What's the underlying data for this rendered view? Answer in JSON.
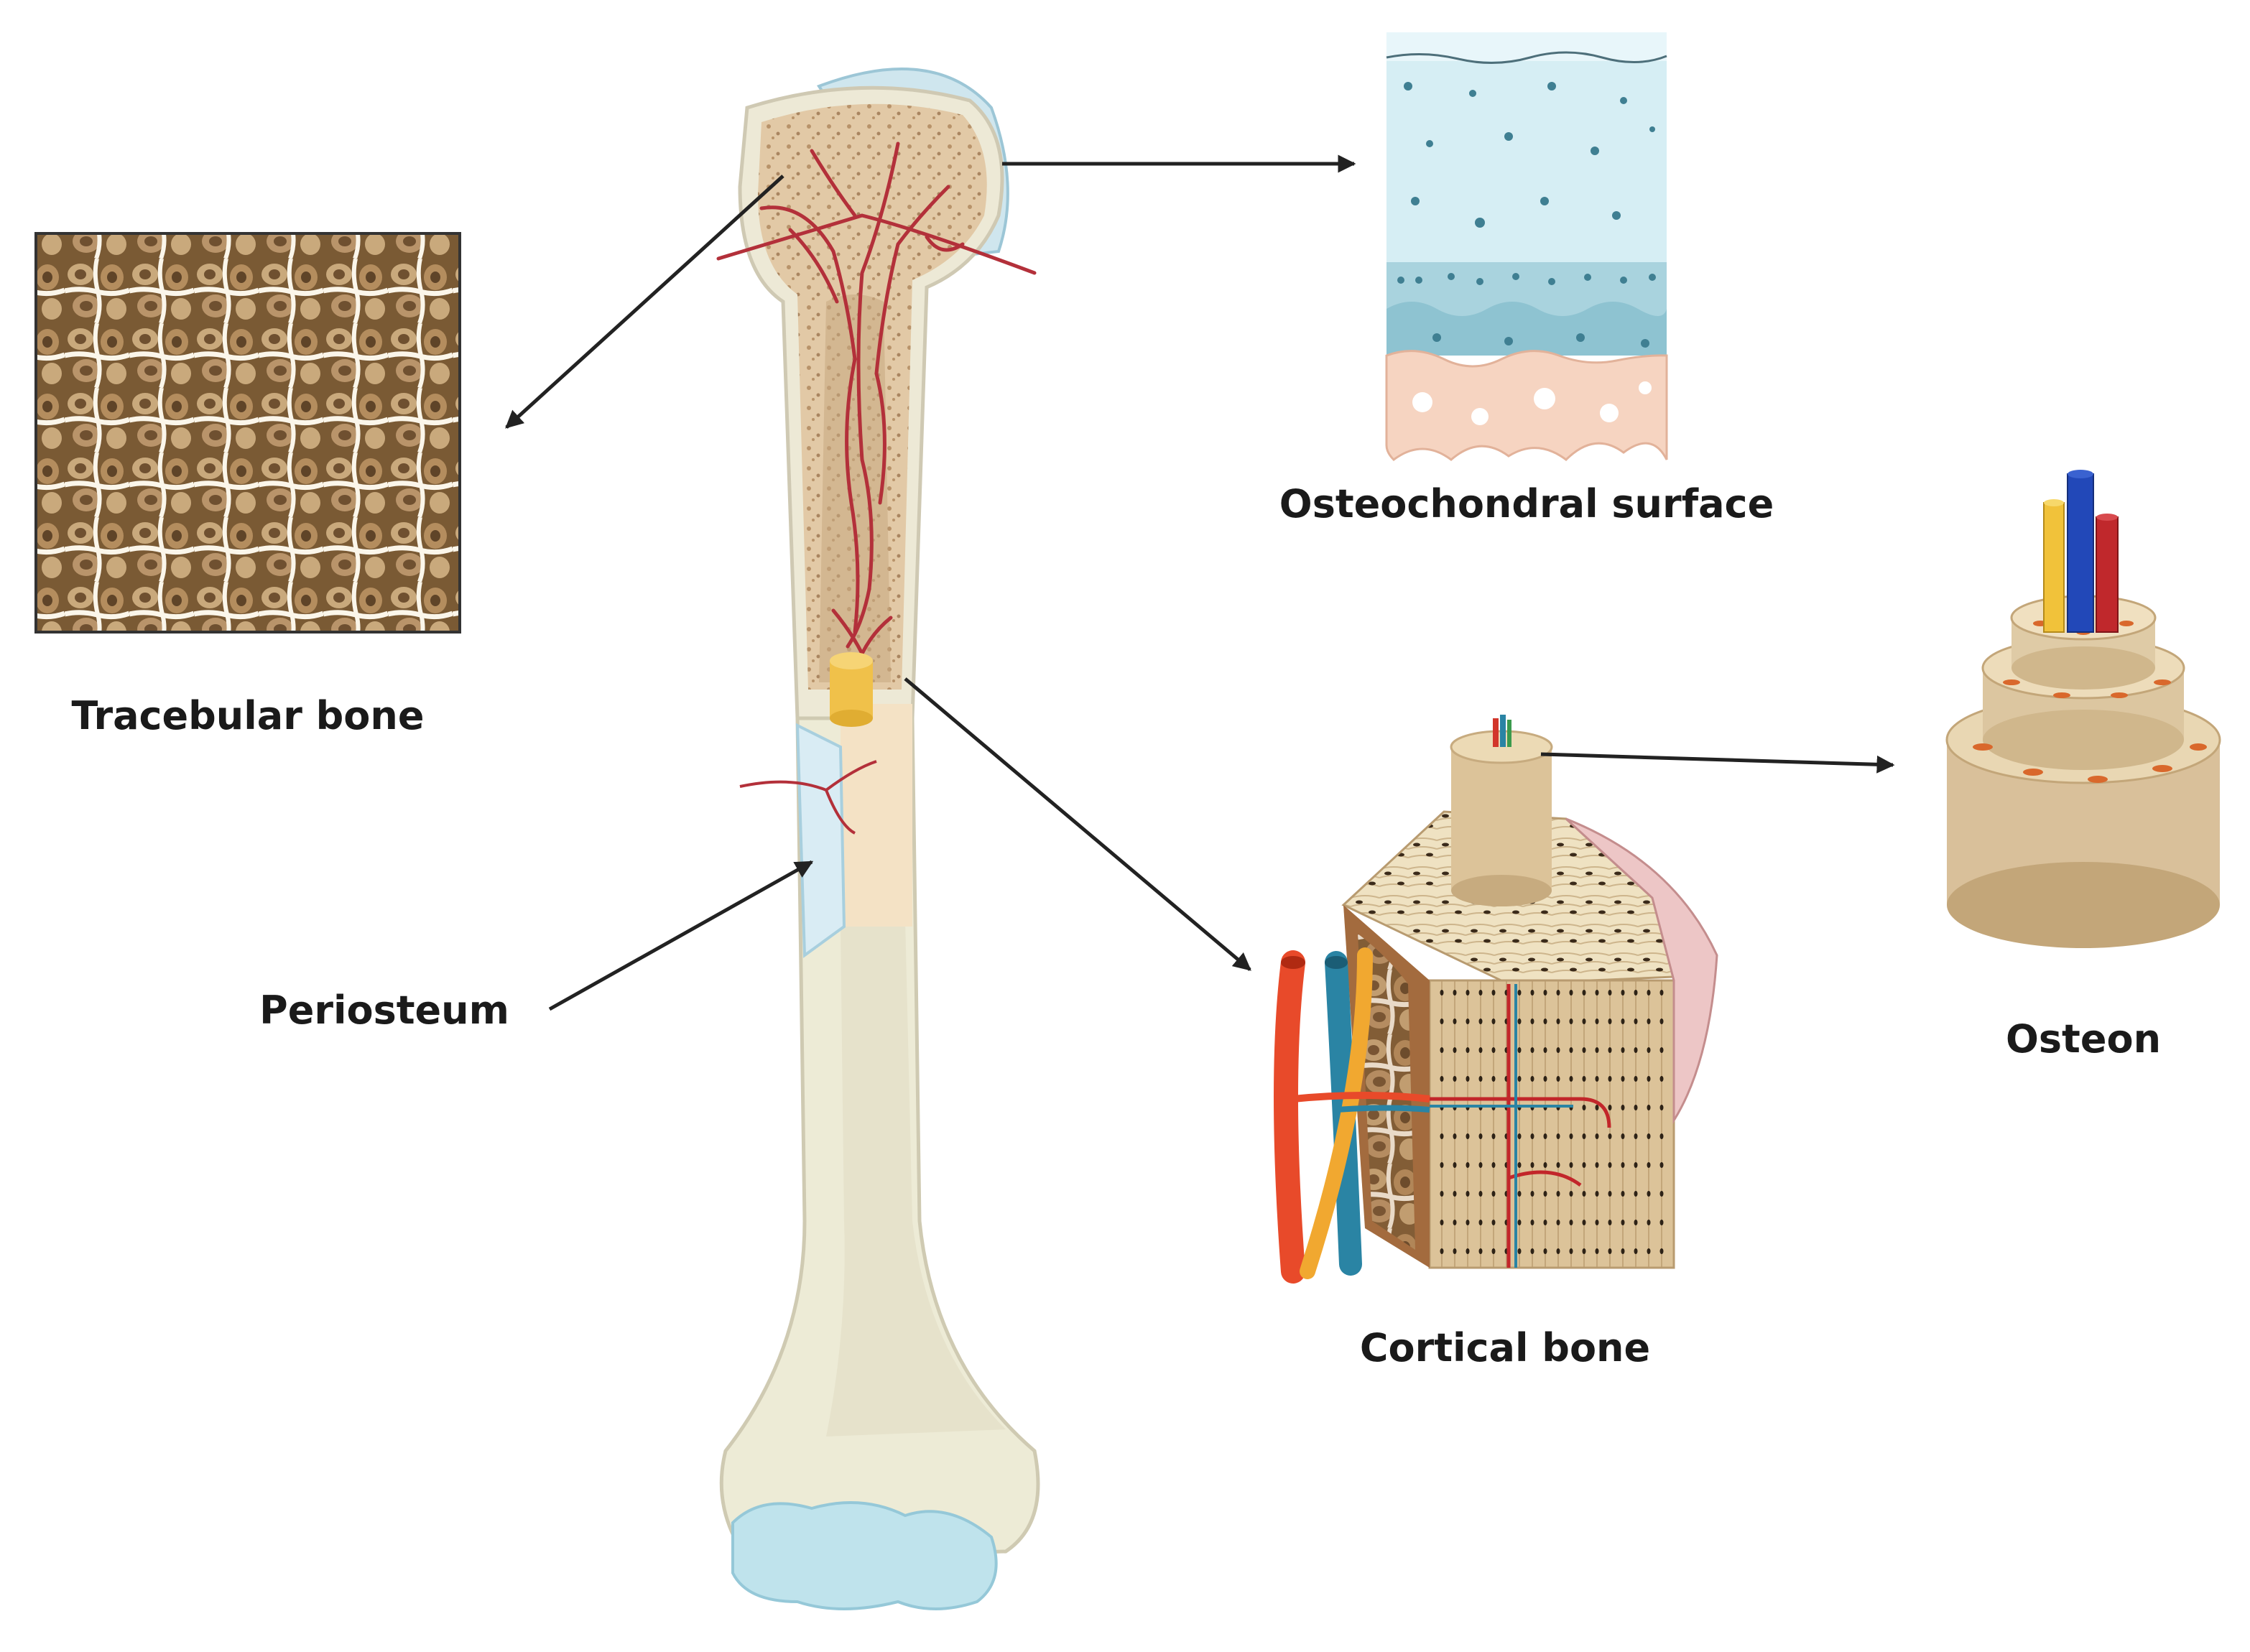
{
  "labels": {
    "trabecular": "Tracebular bone",
    "osteochondral": "Osteochondral surface",
    "periosteum": "Periosteum",
    "cortical": "Cortical bone",
    "osteon": "Osteon"
  },
  "colors": {
    "bone_shaft": "#ede9d6",
    "bone_marrow": "#e2c9a6",
    "spongy": "#d7bd98",
    "cartilage": "#bfe3ec",
    "artery": "#b3303a",
    "vein": "#2a84a4",
    "osteon_tan": "#d9c09a",
    "periosteum": "#d9ecf4",
    "arrow": "#222222"
  }
}
